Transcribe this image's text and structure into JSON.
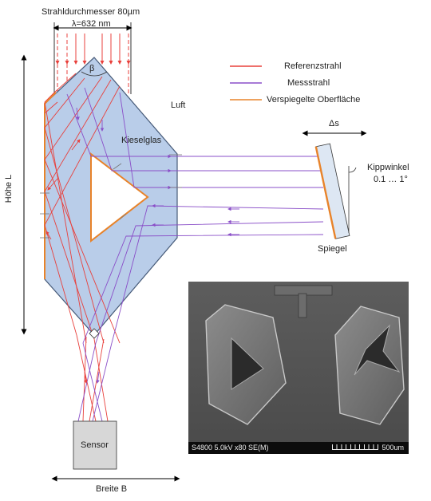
{
  "labels": {
    "beam_diameter": "Strahldurchmesser 80µm",
    "wavelength": "λ=632 nm",
    "beta": "β",
    "luft": "Luft",
    "kieselglas": "Kieselglas",
    "delta_s": "Δs",
    "kippwinkel": "Kippwinkel",
    "kippwinkel_range": "0.1 … 1°",
    "spiegel": "Spiegel",
    "hoehe": "Höhe L",
    "breite": "Breite B",
    "sensor": "Sensor"
  },
  "legend": [
    {
      "label": "Referenzstrahl",
      "color": "#e8403c"
    },
    {
      "label": "Messstrahl",
      "color": "#8a4fc8"
    },
    {
      "label": "Verspiegelte Oberfläche",
      "color": "#e8832a"
    }
  ],
  "sem": {
    "info": "S4800 5.0kV x80 SE(M)",
    "scale": "500um"
  }
}
